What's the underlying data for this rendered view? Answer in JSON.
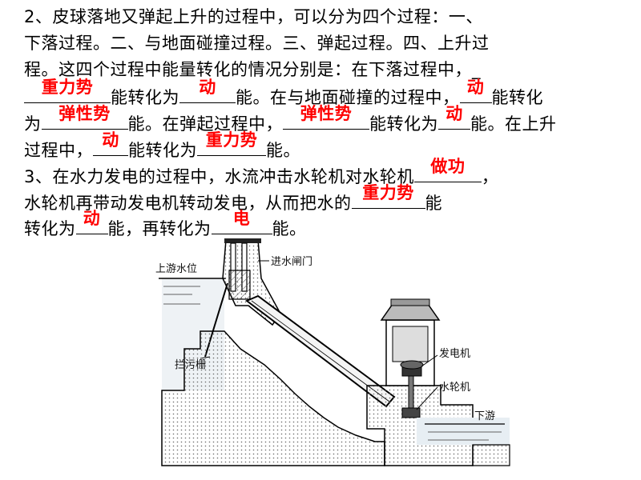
{
  "text": {
    "l1": "2、皮球落地又弹起上升的过程中，可以分为四个过程：一、",
    "l2": "下落过程。二、与地面碰撞过程。三、弹起过程。四、上升过",
    "l3": "程。这四个过程中能量转化的情况分别是：在下落过程中，_",
    "l4b": "能转化为",
    "l4d": "能。在与地面碰撞的过程中，",
    "l4f": "能转化",
    "l5a": "为",
    "l5c": "能。在弹起过程中，",
    "l5e": "能转化为",
    "l5g": "能。在上升",
    "l6a": "过程中，",
    "l6c": "能转化为",
    "l6e": "能。",
    "l7a": "3、在水力发电的过程中，水流冲击水轮机对水轮机",
    "l7c": "，",
    "l8a": "水轮机再带动发电机转动发电，从而把水的",
    "l8c": "能",
    "l9a": "转化为",
    "l9c": "能，再转化为",
    "l9e": "能。"
  },
  "answers": {
    "a1": "重力势",
    "a2": "动",
    "a3": "动",
    "a4": "弹性势",
    "a5": "弹性势",
    "a6": "动",
    "a7": "动",
    "a8": "重力势",
    "a9": "做功",
    "a10": "重力势",
    "a11": "动",
    "a12": "电"
  },
  "diagram": {
    "upstream_level": "上游水位",
    "intake_gate": "进水闸门",
    "trash_rack": "拦污栅",
    "generator": "发电机",
    "turbine": "水轮机",
    "downstream": "下游"
  },
  "colors": {
    "answer": "#ff0000",
    "text": "#000000"
  }
}
